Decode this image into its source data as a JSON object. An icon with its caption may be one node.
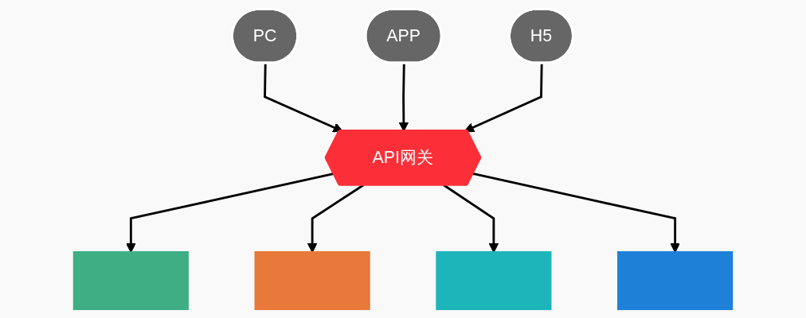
{
  "diagram": {
    "nodes": [
      {
        "text": [
          "PC"
        ]
      },
      {
        "text": [
          "APP"
        ]
      },
      {
        "text": [
          "H5"
        ]
      },
      {
        "text": [
          "API网关"
        ]
      },
      {
        "text": [],
        "shape": "box"
      },
      {
        "text": [],
        "shape": "box"
      },
      {
        "text": [],
        "shape": "box"
      },
      {
        "text": [],
        "shape": "box"
      }
    ],
    "edges": [
      {
        "from": 0,
        "to": 3,
        "arrow": "to"
      },
      {
        "from": 1,
        "to": 3,
        "arrow": "to"
      },
      {
        "from": 2,
        "to": 3,
        "arrow": "to"
      },
      {
        "from": 3,
        "to": 4,
        "arrow": "to"
      },
      {
        "from": 3,
        "to": 5,
        "arrow": "to"
      },
      {
        "from": 3,
        "to": 6,
        "arrow": "to"
      },
      {
        "from": 3,
        "to": 7,
        "arrow": "to"
      }
    ]
  }
}
